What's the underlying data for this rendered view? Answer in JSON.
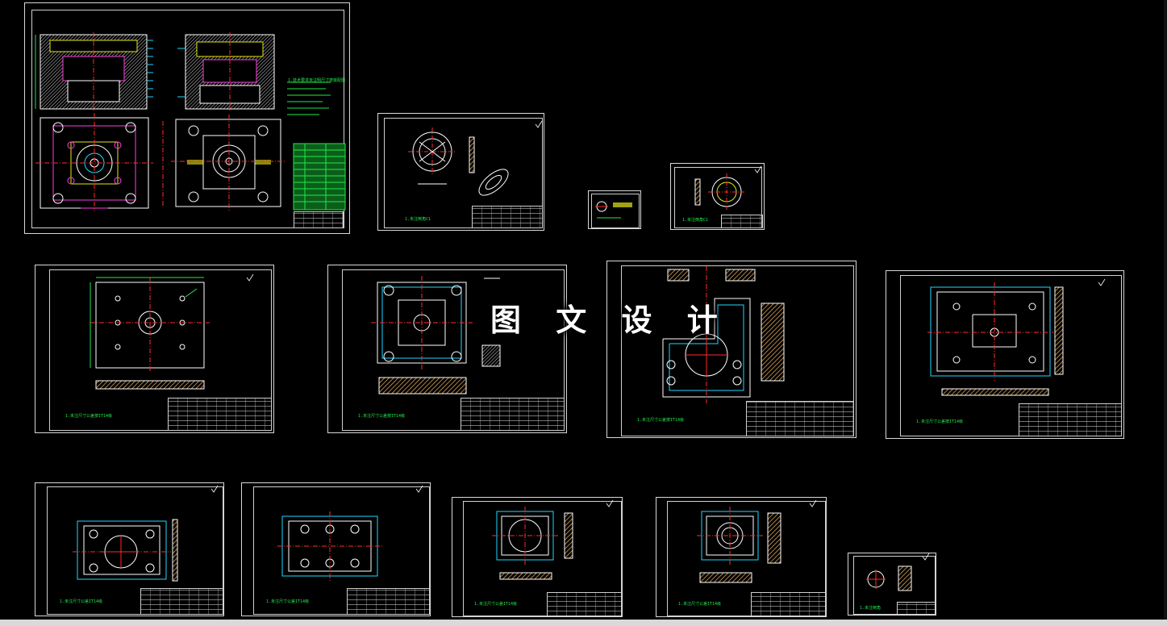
{
  "watermark": "图 文 设 计",
  "colors": {
    "background": "#000000",
    "frame": "#d8d8d8",
    "part_outline": "#ffffff",
    "center_line": "#ff2a2a",
    "dimension": "#22e84a",
    "cyan": "#20d8ff",
    "yellow": "#e6e61a",
    "magenta": "#ff3ee0",
    "hatch": "#d9a35a"
  },
  "sheets": [
    {
      "id": "assembly-drawing",
      "note": "1.技术要求未注明尺寸按装配图"
    },
    {
      "id": "locating-ring",
      "note": "1.未注倒角C1"
    },
    {
      "id": "sprue-bushing-small",
      "note": ""
    },
    {
      "id": "sprue-bushing",
      "note": "1.未注倒角C1"
    },
    {
      "id": "fixed-clamp-plate",
      "note": "1.未注尺寸公差按IT14级"
    },
    {
      "id": "fixed-mold-plate",
      "note": "1.未注尺寸公差按IT14级"
    },
    {
      "id": "moving-mold-plate",
      "note": "1.未注尺寸公差按IT14级"
    },
    {
      "id": "support-plate",
      "note": "1.未注尺寸公差按IT14级"
    },
    {
      "id": "push-plate",
      "note": "1.未注尺寸公差IT14级"
    },
    {
      "id": "ejector-retainer-plate",
      "note": "1.未注尺寸公差IT14级"
    },
    {
      "id": "cavity-insert",
      "note": "1.未注尺寸公差IT14级"
    },
    {
      "id": "core-insert",
      "note": "1.未注尺寸公差IT14级"
    },
    {
      "id": "round-insert",
      "note": "1.未注倒角"
    }
  ]
}
